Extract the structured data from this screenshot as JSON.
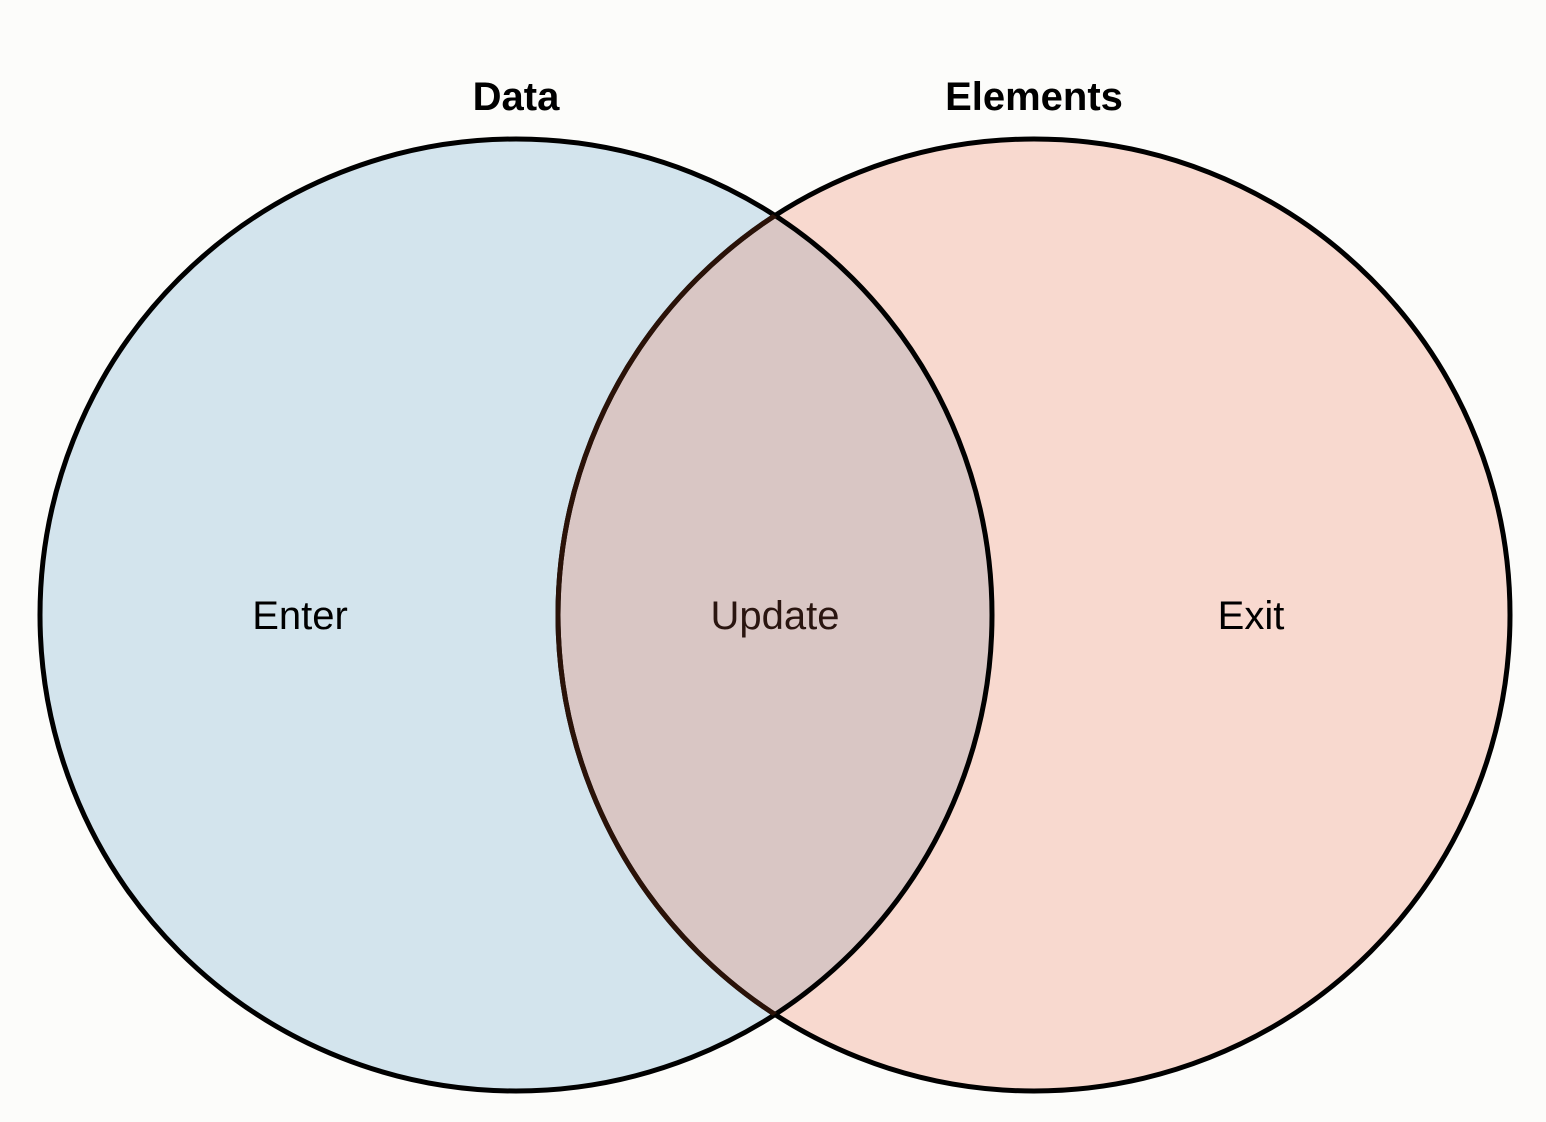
{
  "diagram": {
    "type": "venn",
    "sets": [
      {
        "title": "Data",
        "fill": "#d3e4ed",
        "stroke": "#000000"
      },
      {
        "title": "Elements",
        "fill": "#f8d9cf",
        "stroke": "#000000"
      }
    ],
    "overlap": {
      "fill": "#d9c6c4",
      "stroke": "#2a1208"
    },
    "regions": {
      "left": "Enter",
      "middle": "Update",
      "right": "Exit"
    }
  }
}
